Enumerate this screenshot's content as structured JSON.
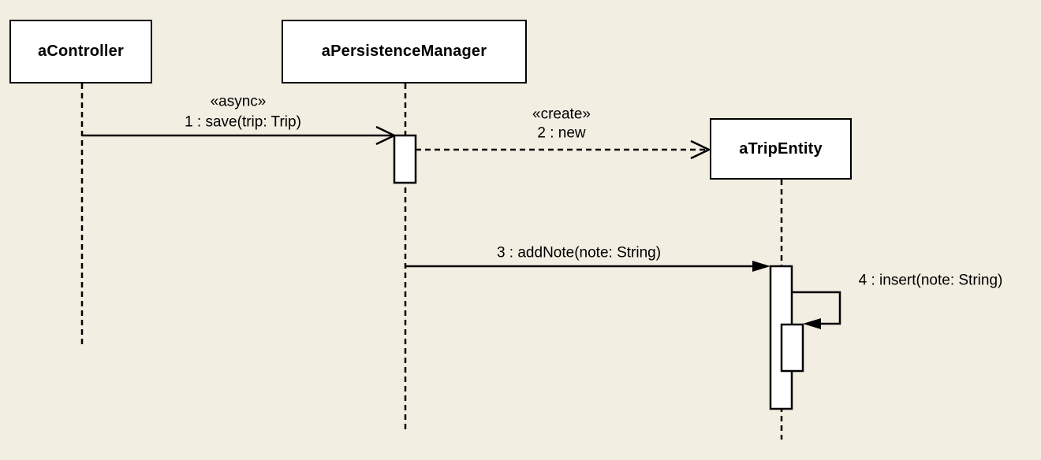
{
  "diagram": {
    "type": "uml-sequence-diagram",
    "colors": {
      "background": "#f2eee2",
      "stroke": "#000000",
      "shape_fill": "#ffffff"
    },
    "objects": [
      {
        "label": "aController"
      },
      {
        "label": "aPersistenceManager"
      },
      {
        "label": "aTripEntity"
      }
    ],
    "messages": [
      {
        "stereotype": "«async»",
        "label": "1 : save(trip: Trip)",
        "from": "aController",
        "to": "aPersistenceManager",
        "kind": "async",
        "line": "solid",
        "arrowhead": "open"
      },
      {
        "stereotype": "«create»",
        "label": "2 : new",
        "from": "aPersistenceManager",
        "to": "aTripEntity",
        "kind": "create",
        "line": "dashed",
        "arrowhead": "open"
      },
      {
        "stereotype": "",
        "label": "3 : addNote(note: String)",
        "from": "aPersistenceManager",
        "to": "aTripEntity",
        "kind": "sync",
        "line": "solid",
        "arrowhead": "filled"
      },
      {
        "stereotype": "",
        "label": "4 : insert(note: String)",
        "from": "aTripEntity",
        "to": "aTripEntity",
        "kind": "self",
        "line": "solid",
        "arrowhead": "filled"
      }
    ]
  }
}
